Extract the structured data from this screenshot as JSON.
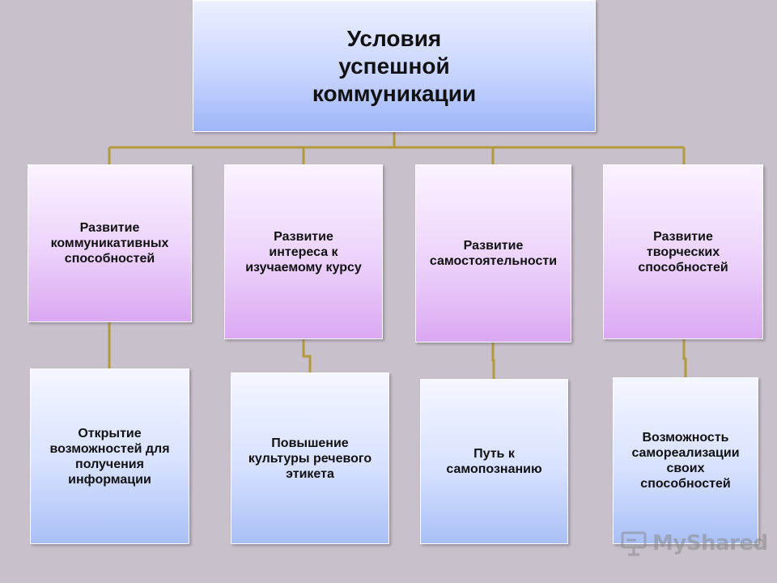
{
  "root": {
    "label": "Условия\nуспешной\nкоммуникации"
  },
  "branches": [
    {
      "label": "Развитие\nкоммуникативных\nспособностей",
      "child": "Открытие\nвозможностей для\nполучения\nинформации"
    },
    {
      "label": "Развитие\nинтереса к\nизучаемому курсу",
      "child": "Повышение\nкультуры речевого\nэтикета"
    },
    {
      "label": "Развитие\nсамостоятельности",
      "child": "Путь к\nсамопознанию"
    },
    {
      "label": "Развитие\nтворческих\nспособностей",
      "child": "Возможность\nсамореализации\nсвоих\nспособностей"
    }
  ],
  "watermark": {
    "text": "MyShared",
    "icon": "presentation-board-icon"
  },
  "colors": {
    "background": "#c8c0cb",
    "connector": "#b59a3c",
    "root_fill": "#c9d5ff",
    "branch_fill": "#ecd2fb",
    "child_fill": "#d7e1ff"
  }
}
